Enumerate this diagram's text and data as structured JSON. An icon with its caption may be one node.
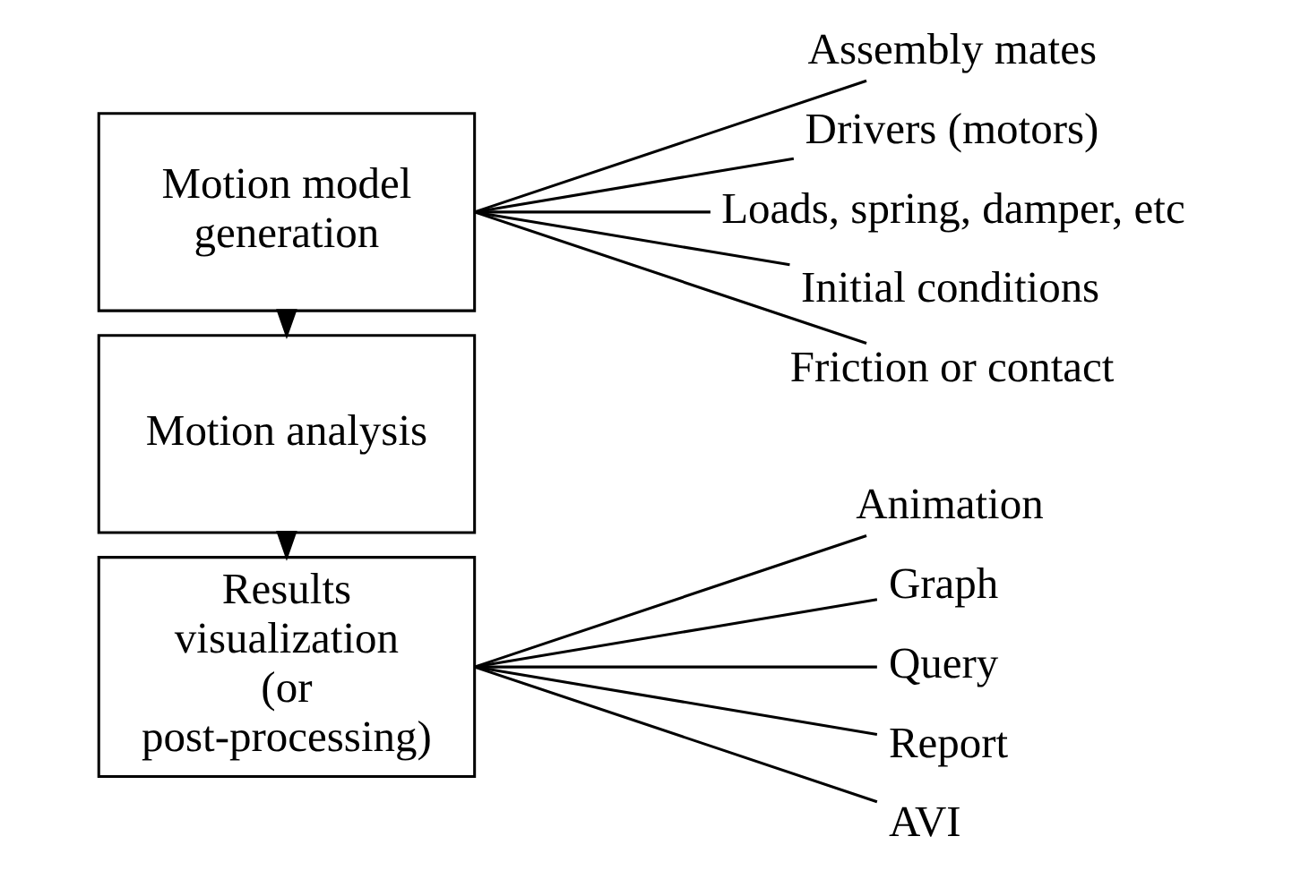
{
  "diagram": {
    "nodes": [
      {
        "text": [
          "Motion model generation"
        ]
      },
      {
        "text": [
          "Motion analysis"
        ]
      },
      {
        "text": [
          "Results visualization (or post-processing)"
        ]
      },
      {
        "text": [
          "Assembly mates"
        ]
      },
      {
        "text": [
          "Drivers (motors)"
        ]
      },
      {
        "text": [
          "Loads, spring, damper, etc"
        ]
      },
      {
        "text": [
          "Initial conditions"
        ]
      },
      {
        "text": [
          "Friction or contact"
        ]
      },
      {
        "text": [
          "Animation"
        ]
      },
      {
        "text": [
          "Graph"
        ]
      },
      {
        "text": [
          "Query"
        ]
      },
      {
        "text": [
          "Report"
        ]
      },
      {
        "text": [
          "AVI"
        ]
      }
    ],
    "edges": [
      {
        "from": 0,
        "to": 1,
        "arrow": "to"
      },
      {
        "from": 1,
        "to": 2,
        "arrow": "to"
      },
      {
        "from": 0,
        "to": 3,
        "arrow": "none"
      },
      {
        "from": 0,
        "to": 4,
        "arrow": "none"
      },
      {
        "from": 0,
        "to": 5,
        "arrow": "none"
      },
      {
        "from": 0,
        "to": 6,
        "arrow": "none"
      },
      {
        "from": 0,
        "to": 7,
        "arrow": "none"
      },
      {
        "from": 2,
        "to": 8,
        "arrow": "none"
      },
      {
        "from": 2,
        "to": 9,
        "arrow": "none"
      },
      {
        "from": 2,
        "to": 10,
        "arrow": "none"
      },
      {
        "from": 2,
        "to": 11,
        "arrow": "none"
      },
      {
        "from": 2,
        "to": 12,
        "arrow": "none"
      }
    ]
  }
}
